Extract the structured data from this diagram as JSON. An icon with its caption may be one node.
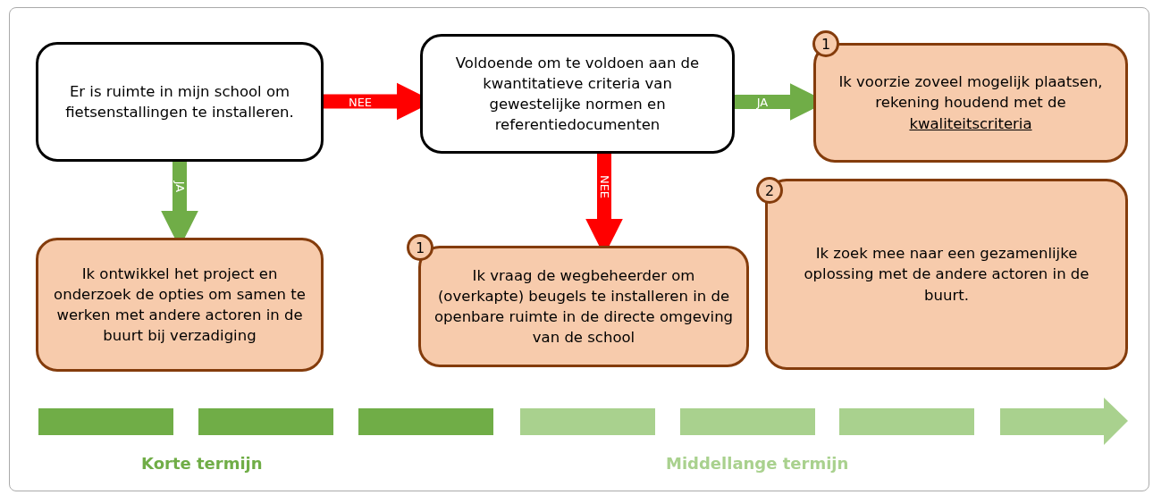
{
  "diagram": {
    "nodes": [
      {
        "text": [
          "Er is ruimte in mijn school om fietsenstallingen te installeren."
        ]
      },
      {
        "text": [
          "Ik ontwikkel het project en onderzoek de opties om samen te werken met andere actoren in de buurt bij verzadiging"
        ]
      },
      {
        "text": [
          "Voldoende om te voldoen aan de kwantitatieve criteria van gewestelijke normen en referentiedocumenten"
        ]
      },
      {
        "text": [
          "1",
          "Ik vraag de wegbeheerder om (overkapte) beugels te installeren in de openbare ruimte in de directe omgeving van de school"
        ]
      },
      {
        "text": [
          "1",
          "Ik voorzie zoveel mogelijk plaatsen, rekening houdend met de kwaliteitscriteria"
        ]
      },
      {
        "text": [
          "2",
          "Ik zoek mee naar een gezamenlijke oplossing met de andere actoren in de buurt."
        ]
      }
    ],
    "edges": [
      {
        "from": 0,
        "to": 2,
        "arrow": "to",
        "label": "NEE",
        "color": "#ff0000"
      },
      {
        "from": 0,
        "to": 1,
        "arrow": "to",
        "label": "JA",
        "color": "#70ad47"
      },
      {
        "from": 2,
        "to": 4,
        "arrow": "to",
        "label": "JA",
        "color": "#70ad47"
      },
      {
        "from": 2,
        "to": 3,
        "arrow": "to",
        "label": "NEE",
        "color": "#ff0000"
      }
    ],
    "labels": [
      "Korte termijn",
      "Middellange termijn"
    ]
  }
}
